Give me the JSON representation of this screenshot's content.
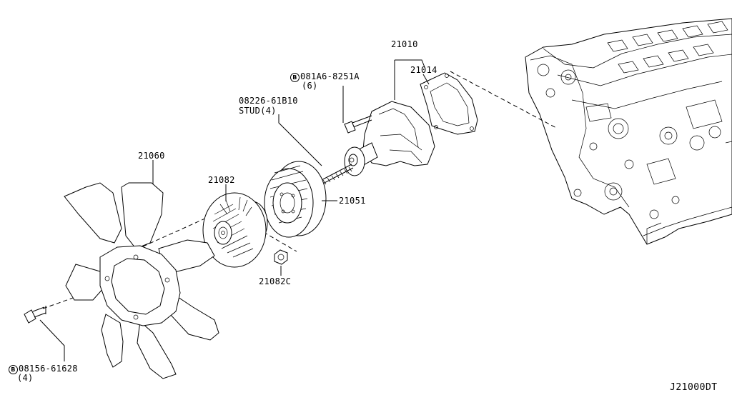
{
  "parts": {
    "fan_blade": "21060",
    "fan_coupling": "21082",
    "coupling_nut": "21082C",
    "pulley": "21051",
    "water_pump": "21010",
    "gasket": "21014",
    "stud": "08226-61B10",
    "stud_note": "STUD(4)",
    "pump_bolt": "081A6-8251A",
    "pump_bolt_qty": "(6)",
    "fan_bolt": "08156-61628",
    "fan_bolt_qty": "(4)",
    "bolt_prefix": "B"
  },
  "diagram_code": "J21000DT",
  "colors": {
    "line": "#000000",
    "background": "#ffffff"
  },
  "icons": [
    "fan-blade-icon",
    "fan-coupling-icon",
    "pulley-icon",
    "water-pump-icon",
    "gasket-icon",
    "engine-block-icon",
    "bolt-icon",
    "nut-icon",
    "stud-icon"
  ]
}
